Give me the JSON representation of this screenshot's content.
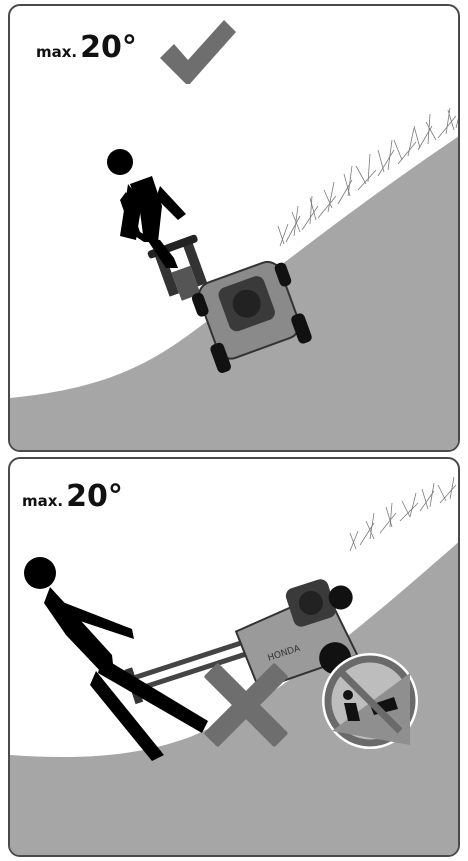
{
  "panels": [
    {
      "label_prefix": "max.",
      "label_value": "20°",
      "status": "allowed",
      "status_icon": "check-mark-icon"
    },
    {
      "label_prefix": "max.",
      "label_value": "20°",
      "status": "forbidden",
      "status_icon": "cross-mark-icon",
      "sign_icon": "no-mowing-uphill-icon"
    }
  ],
  "mower_brand": "HONDA",
  "colors": {
    "ground": "#a6a6a6",
    "figure": "#000000",
    "mark": "#6e6e6e",
    "border": "#4a4a4a"
  }
}
